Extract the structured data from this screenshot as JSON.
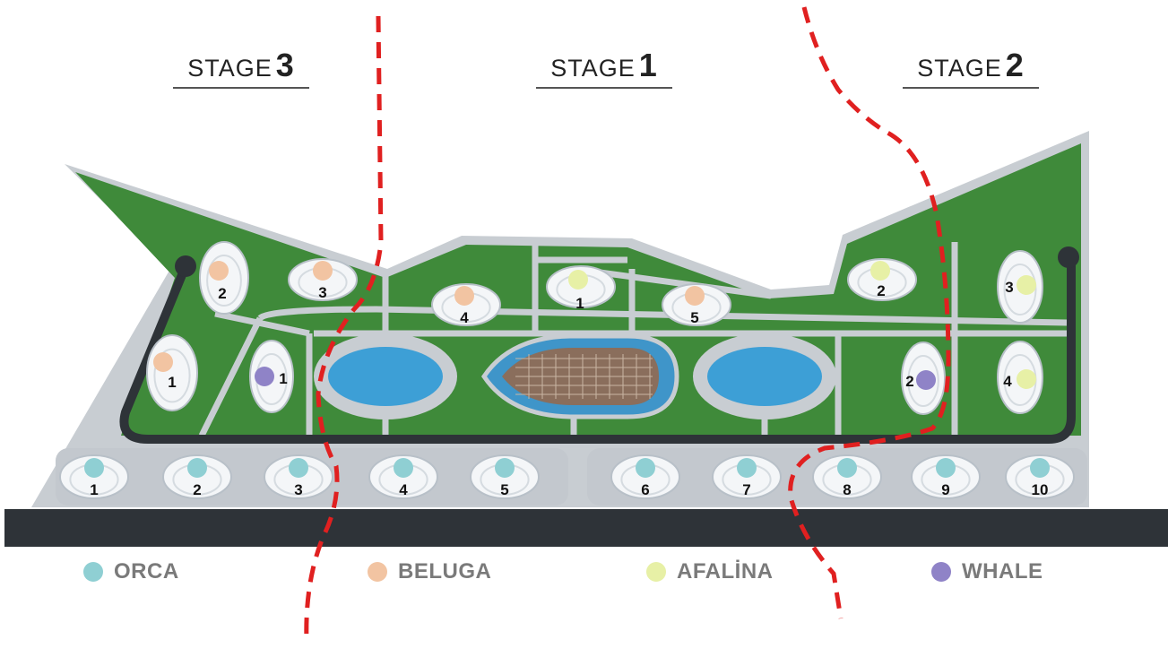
{
  "stages": [
    {
      "word": "STAGE",
      "number": "3"
    },
    {
      "word": "STAGE",
      "number": "1"
    },
    {
      "word": "STAGE",
      "number": "2"
    }
  ],
  "legend": [
    {
      "label": "ORCA",
      "color": "#8fcfd3"
    },
    {
      "label": "BELUGA",
      "color": "#f2c4a2"
    },
    {
      "label": "AFALİNA",
      "color": "#e7f0a6"
    },
    {
      "label": "WHALE",
      "color": "#8f83c7"
    }
  ],
  "pods": [
    {
      "species": "ORCA",
      "number": "1"
    },
    {
      "species": "ORCA",
      "number": "2"
    },
    {
      "species": "ORCA",
      "number": "3"
    },
    {
      "species": "ORCA",
      "number": "4"
    },
    {
      "species": "ORCA",
      "number": "5"
    },
    {
      "species": "ORCA",
      "number": "6"
    },
    {
      "species": "ORCA",
      "number": "7"
    },
    {
      "species": "ORCA",
      "number": "8"
    },
    {
      "species": "ORCA",
      "number": "9"
    },
    {
      "species": "ORCA",
      "number": "10"
    },
    {
      "species": "BELUGA",
      "number": "1"
    },
    {
      "species": "BELUGA",
      "number": "2"
    },
    {
      "species": "BELUGA",
      "number": "3"
    },
    {
      "species": "BELUGA",
      "number": "4"
    },
    {
      "species": "BELUGA",
      "number": "5"
    },
    {
      "species": "AFALİNA",
      "number": "1"
    },
    {
      "species": "AFALİNA",
      "number": "2"
    },
    {
      "species": "AFALİNA",
      "number": "3"
    },
    {
      "species": "AFALİNA",
      "number": "4"
    },
    {
      "species": "WHALE",
      "number": "1"
    },
    {
      "species": "WHALE",
      "number": "2"
    }
  ],
  "colors": {
    "lawn": "#3f8a3a",
    "path": "#c8cdd2",
    "road": "#2e3338",
    "water": "#3d9fd6",
    "boundary": "#e02020"
  }
}
